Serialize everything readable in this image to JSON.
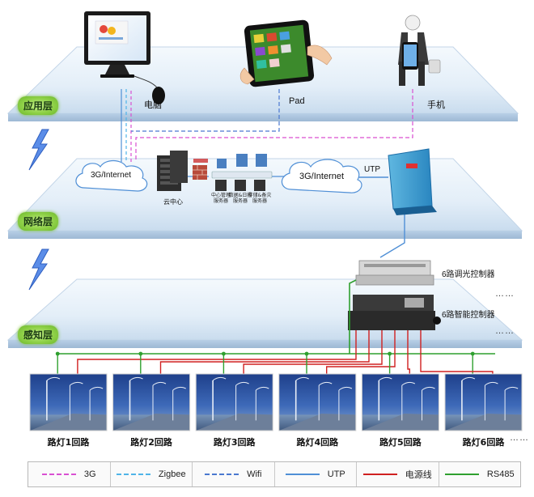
{
  "layers": {
    "application": "应用层",
    "network": "网络层",
    "perception": "感知层"
  },
  "devices": {
    "computer": "电脑",
    "pad": "Pad",
    "phone": "手机"
  },
  "network": {
    "cloud_left": "3G/Internet",
    "cloud_right": "3G/Internet",
    "utp": "UTP",
    "cloud_center": "云中心",
    "servers": [
      {
        "line1": "中心管理",
        "line2": "服务器"
      },
      {
        "line1": "数据&日报",
        "line2": "服务器"
      },
      {
        "line1": "存储&备灾",
        "line2": "服务器"
      }
    ]
  },
  "controllers": {
    "dimming": "6路调光控制器",
    "smart": "6路智能控制器",
    "ellipsis_1": "……",
    "ellipsis_2": "……"
  },
  "lamps": [
    {
      "label": "路灯1回路"
    },
    {
      "label": "路灯2回路"
    },
    {
      "label": "路灯3回路"
    },
    {
      "label": "路灯4回路"
    },
    {
      "label": "路灯5回路"
    },
    {
      "label": "路灯6回路"
    }
  ],
  "lamps_ellipsis": "……",
  "legend": [
    {
      "label": "3G",
      "color": "#d94fd1",
      "style": "dashed"
    },
    {
      "label": "Zigbee",
      "color": "#4fb4e8",
      "style": "dashed"
    },
    {
      "label": "Wifi",
      "color": "#4a78d0",
      "style": "dashed"
    },
    {
      "label": "UTP",
      "color": "#4f8fd6",
      "style": "solid"
    },
    {
      "label": "电源线",
      "color": "#d02020",
      "style": "solid"
    },
    {
      "label": "RS485",
      "color": "#2fa02f",
      "style": "solid"
    }
  ]
}
